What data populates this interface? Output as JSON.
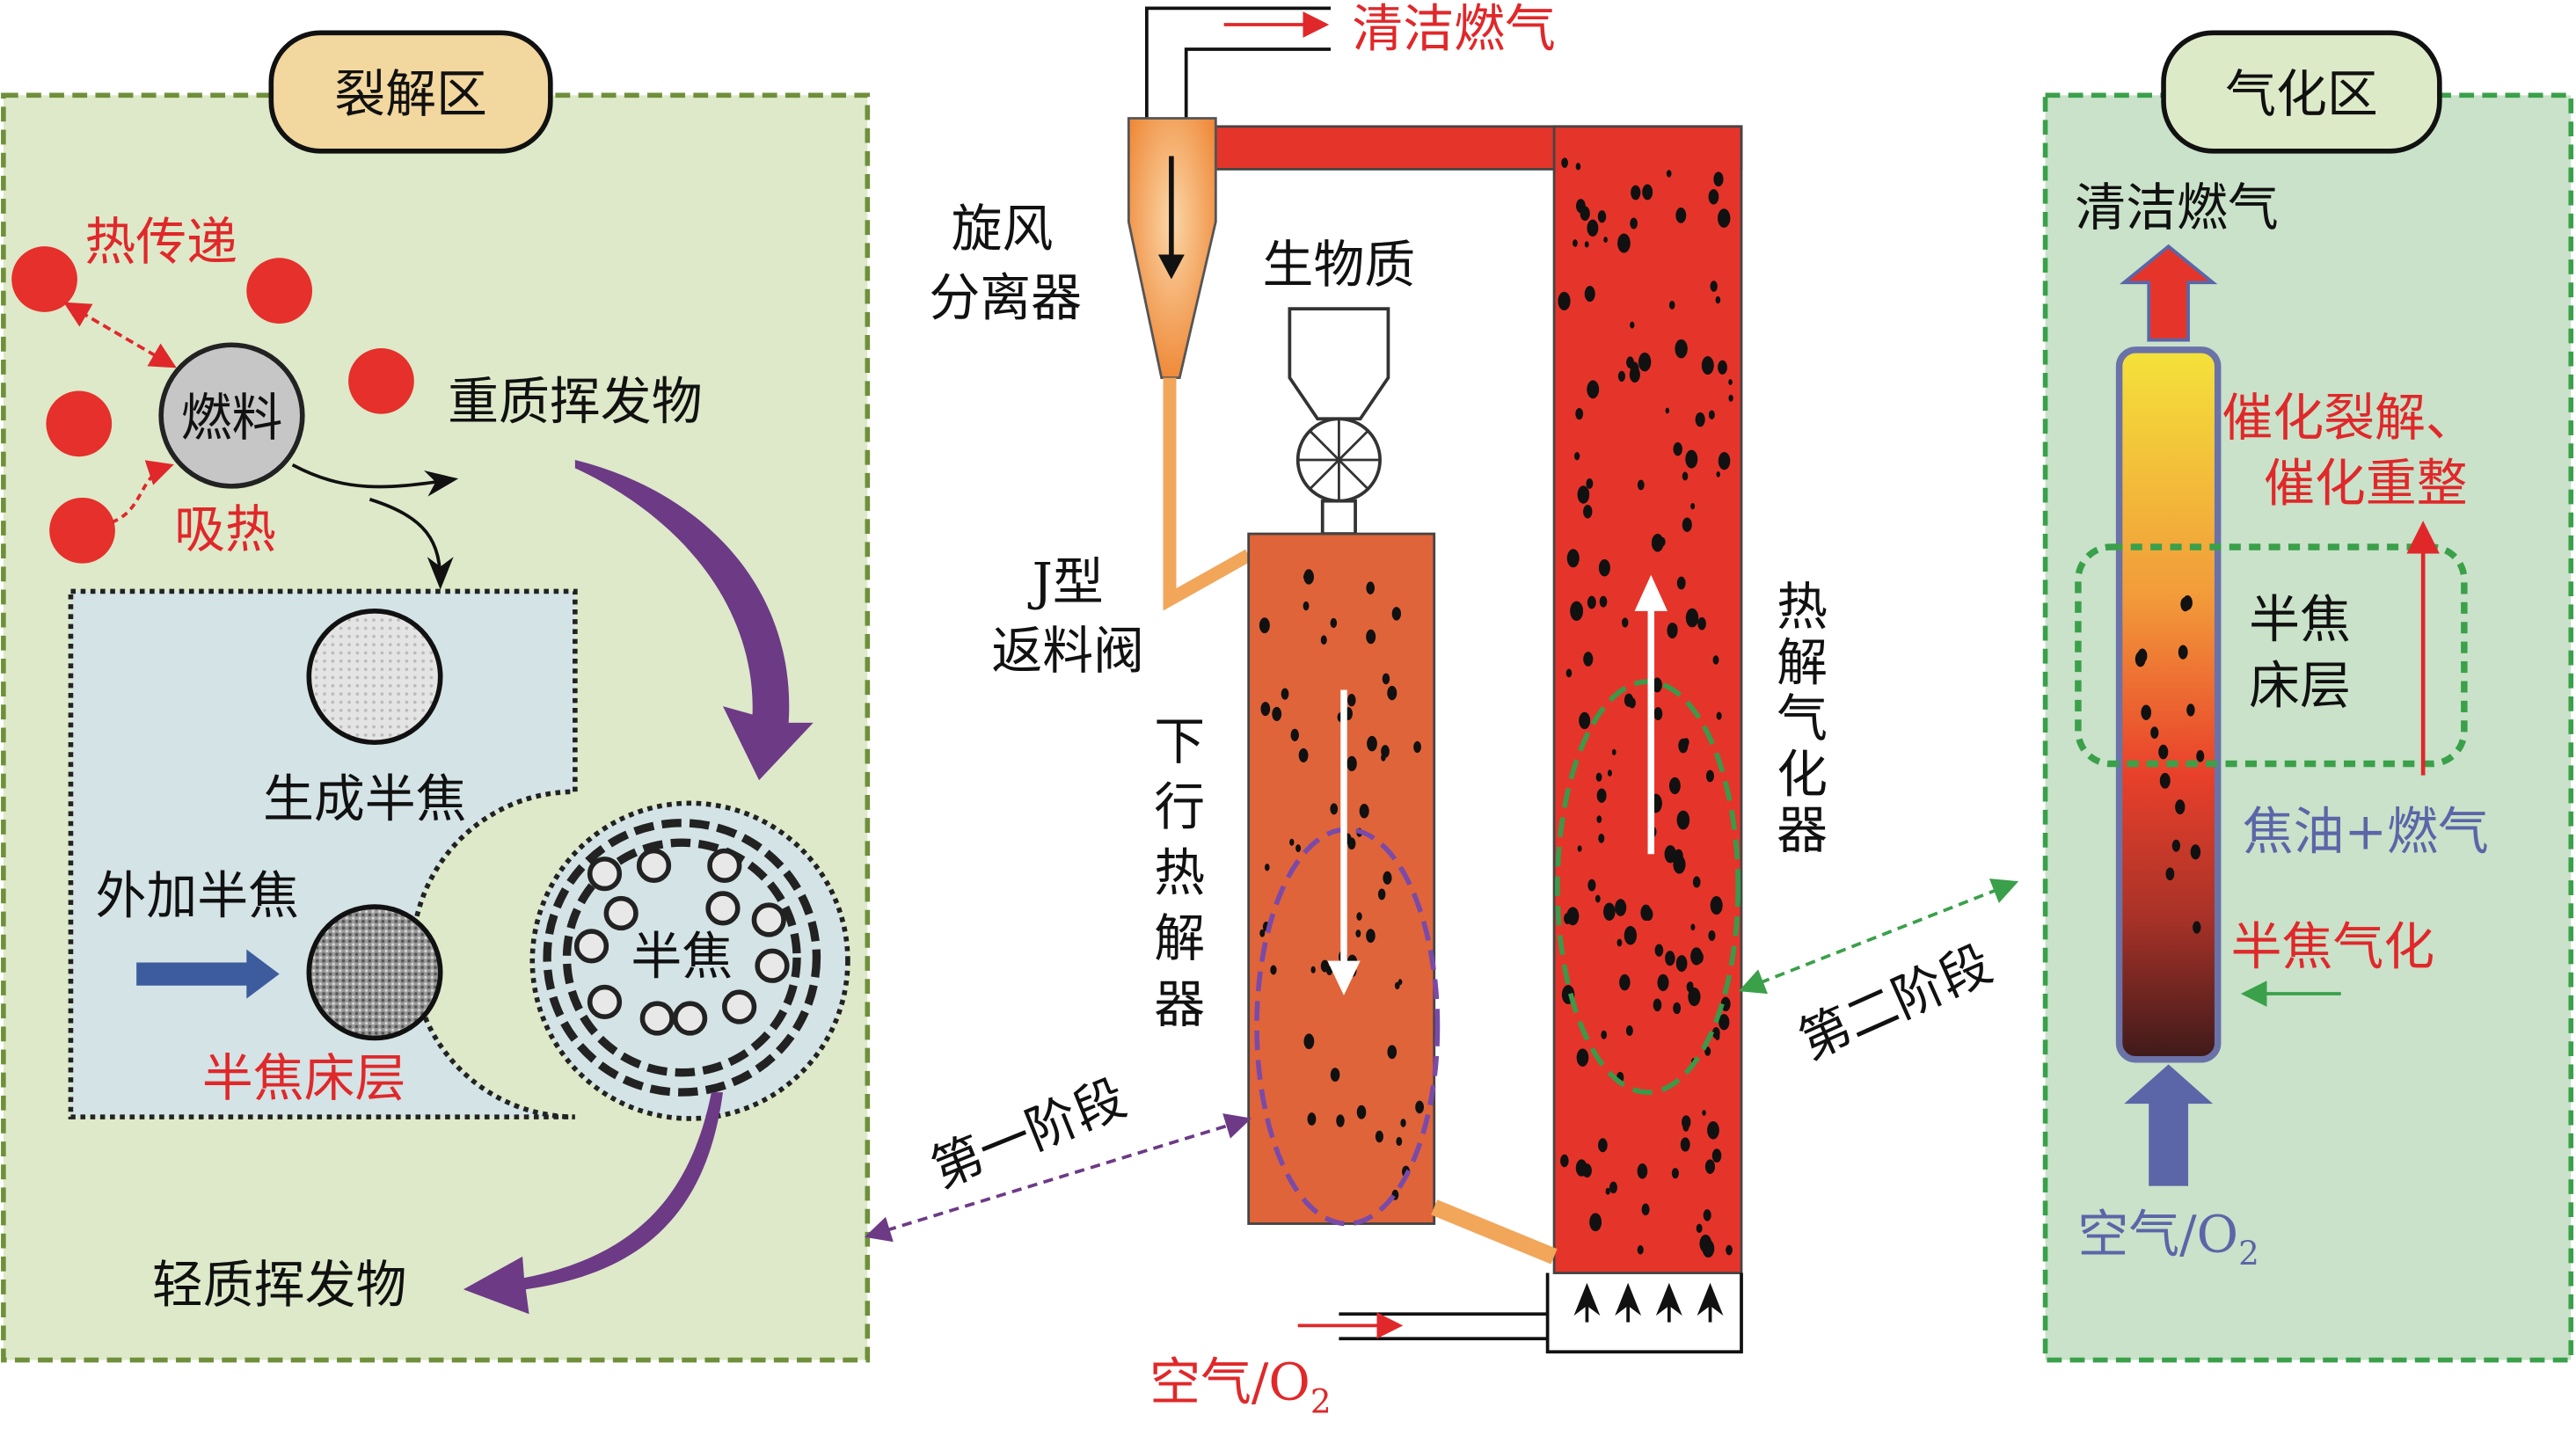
{
  "left_zone": {
    "title": "裂解区",
    "heat_transfer": "热传递",
    "fuel": "燃料",
    "heat_absorb": "吸热",
    "heavy_volatiles": "重质挥发物",
    "generated_char": "生成半焦",
    "added_char": "外加半焦",
    "char_bed": "半焦床层",
    "char": "半焦",
    "light_volatiles": "轻质挥发物"
  },
  "middle": {
    "clean_gas_out": "清洁燃气",
    "cyclone_line1": "旋风",
    "cyclone_line2": "分离器",
    "biomass": "生物质",
    "jvalve_line1": "J型",
    "jvalve_line2": "返料阀",
    "downer": [
      "下",
      "行",
      "热",
      "解",
      "器"
    ],
    "gasifier": [
      "热",
      "解",
      "气",
      "化",
      "器"
    ],
    "stage_one": "第一阶段",
    "stage_two": "第二阶段",
    "air_inlet_main": "空气/O",
    "air_inlet_sub": "2"
  },
  "right_zone": {
    "title": "气化区",
    "clean_gas": "清洁燃气",
    "catalytic_line1": "催化裂解、",
    "catalytic_line2": "催化重整",
    "char_bed_line1": "半焦",
    "char_bed_line2": "床层",
    "tar_gas": "焦油+燃气",
    "char_gasification": "半焦气化",
    "air_main": "空气/O",
    "air_sub": "2"
  },
  "colors": {
    "left_bg": "#dde9c9",
    "right_bg": "#c9e2c9",
    "riser": "#e5352a",
    "downer": "#e0643a",
    "accent_red": "#e0282a",
    "purple": "#6d3a86"
  }
}
